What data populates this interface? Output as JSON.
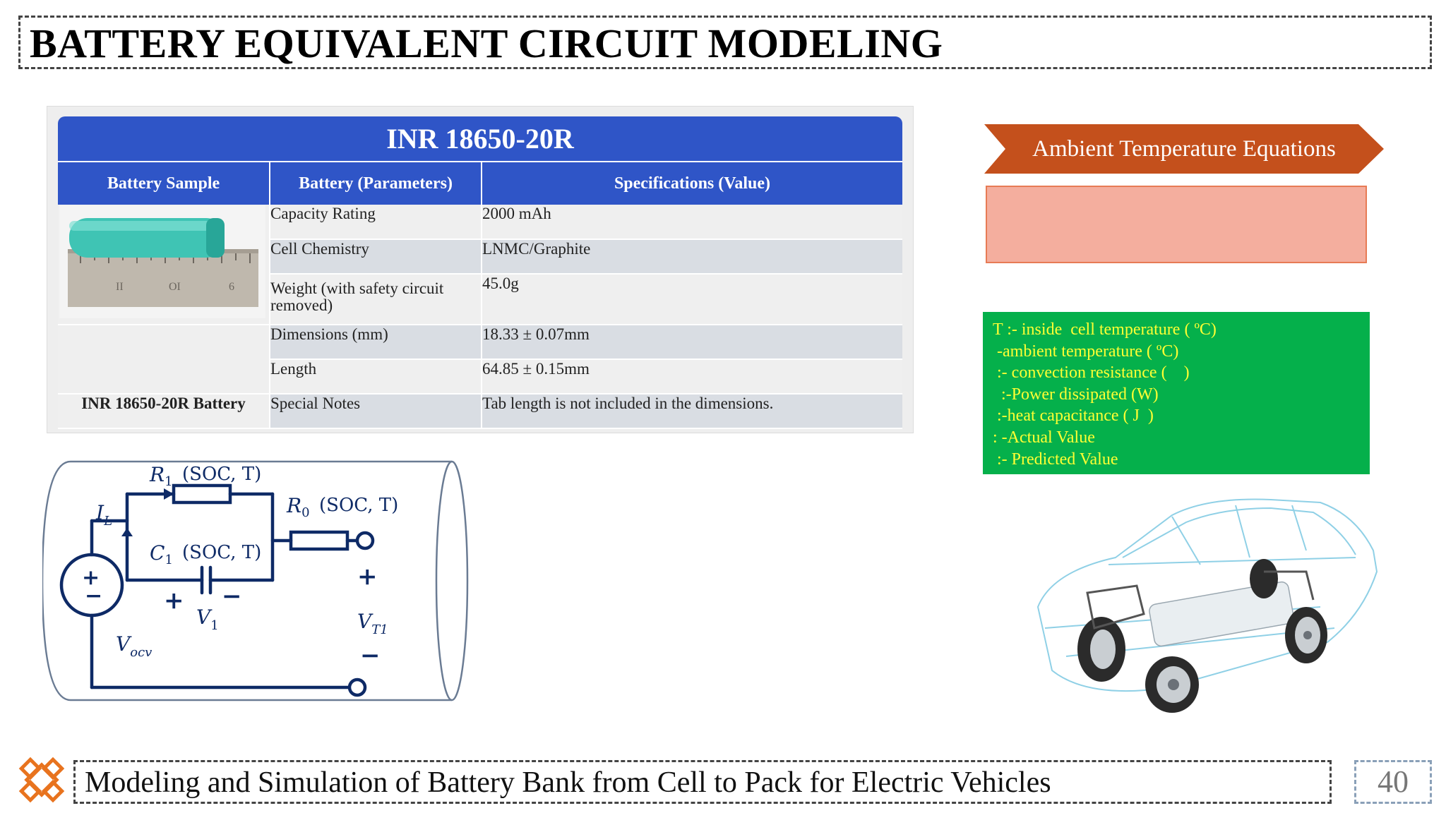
{
  "title": "BATTERY EQUIVALENT CIRCUIT MODELING",
  "spec_table": {
    "title": "INR 18650-20R",
    "headers": [
      "Battery Sample",
      "Battery (Parameters)",
      "Specifications (Value)"
    ],
    "rows": [
      {
        "param": "Capacity Rating",
        "value": "2000 mAh"
      },
      {
        "param": "Cell Chemistry",
        "value": "LNMC/Graphite"
      },
      {
        "param": "Weight (with safety circuit removed)",
        "value": "45.0g"
      },
      {
        "param": "Dimensions (mm)",
        "value": "18.33 ± 0.07mm"
      },
      {
        "param": "Length",
        "value": "64.85 ± 0.15mm"
      },
      {
        "param": "Special Notes",
        "value": "Tab length is not included in the dimensions."
      }
    ],
    "battery_name": "INR 18650-20R Battery"
  },
  "circuit": {
    "r1_label": "R",
    "r1_sub": "1",
    "r1_args": "(SOC, T)",
    "r0_label": "R",
    "r0_sub": "0",
    "r0_args": "(SOC, T)",
    "c1_label": "C",
    "c1_sub": "1",
    "c1_args": "(SOC, T)",
    "il_label": "I",
    "il_sub": "L",
    "v1_label": "V",
    "v1_sub": "1",
    "vt_label": "V",
    "vt_sub": "T1",
    "vocv_label": "V",
    "vocv_sub": "ocv",
    "plus": "+",
    "minus": "−"
  },
  "ambient": {
    "banner": "Ambient Temperature Equations"
  },
  "legend": {
    "lines": [
      "T :- inside  cell temperature ( ºC)",
      " -ambient temperature ( ºC)",
      " :- convection resistance (    )",
      "  :-Power dissipated (W)",
      " :-heat capacitance ( J  )",
      ": -Actual Value",
      " :- Predicted Value"
    ]
  },
  "footer": {
    "text": "Modeling and Simulation of Battery Bank from Cell to Pack for Electric Vehicles",
    "page": "40"
  },
  "colors": {
    "table_blue": "#2f55c7",
    "banner_orange": "#c4501c",
    "legend_green": "#05b04b",
    "legend_text": "#ffff33",
    "circuit_navy": "#0e2a66"
  }
}
